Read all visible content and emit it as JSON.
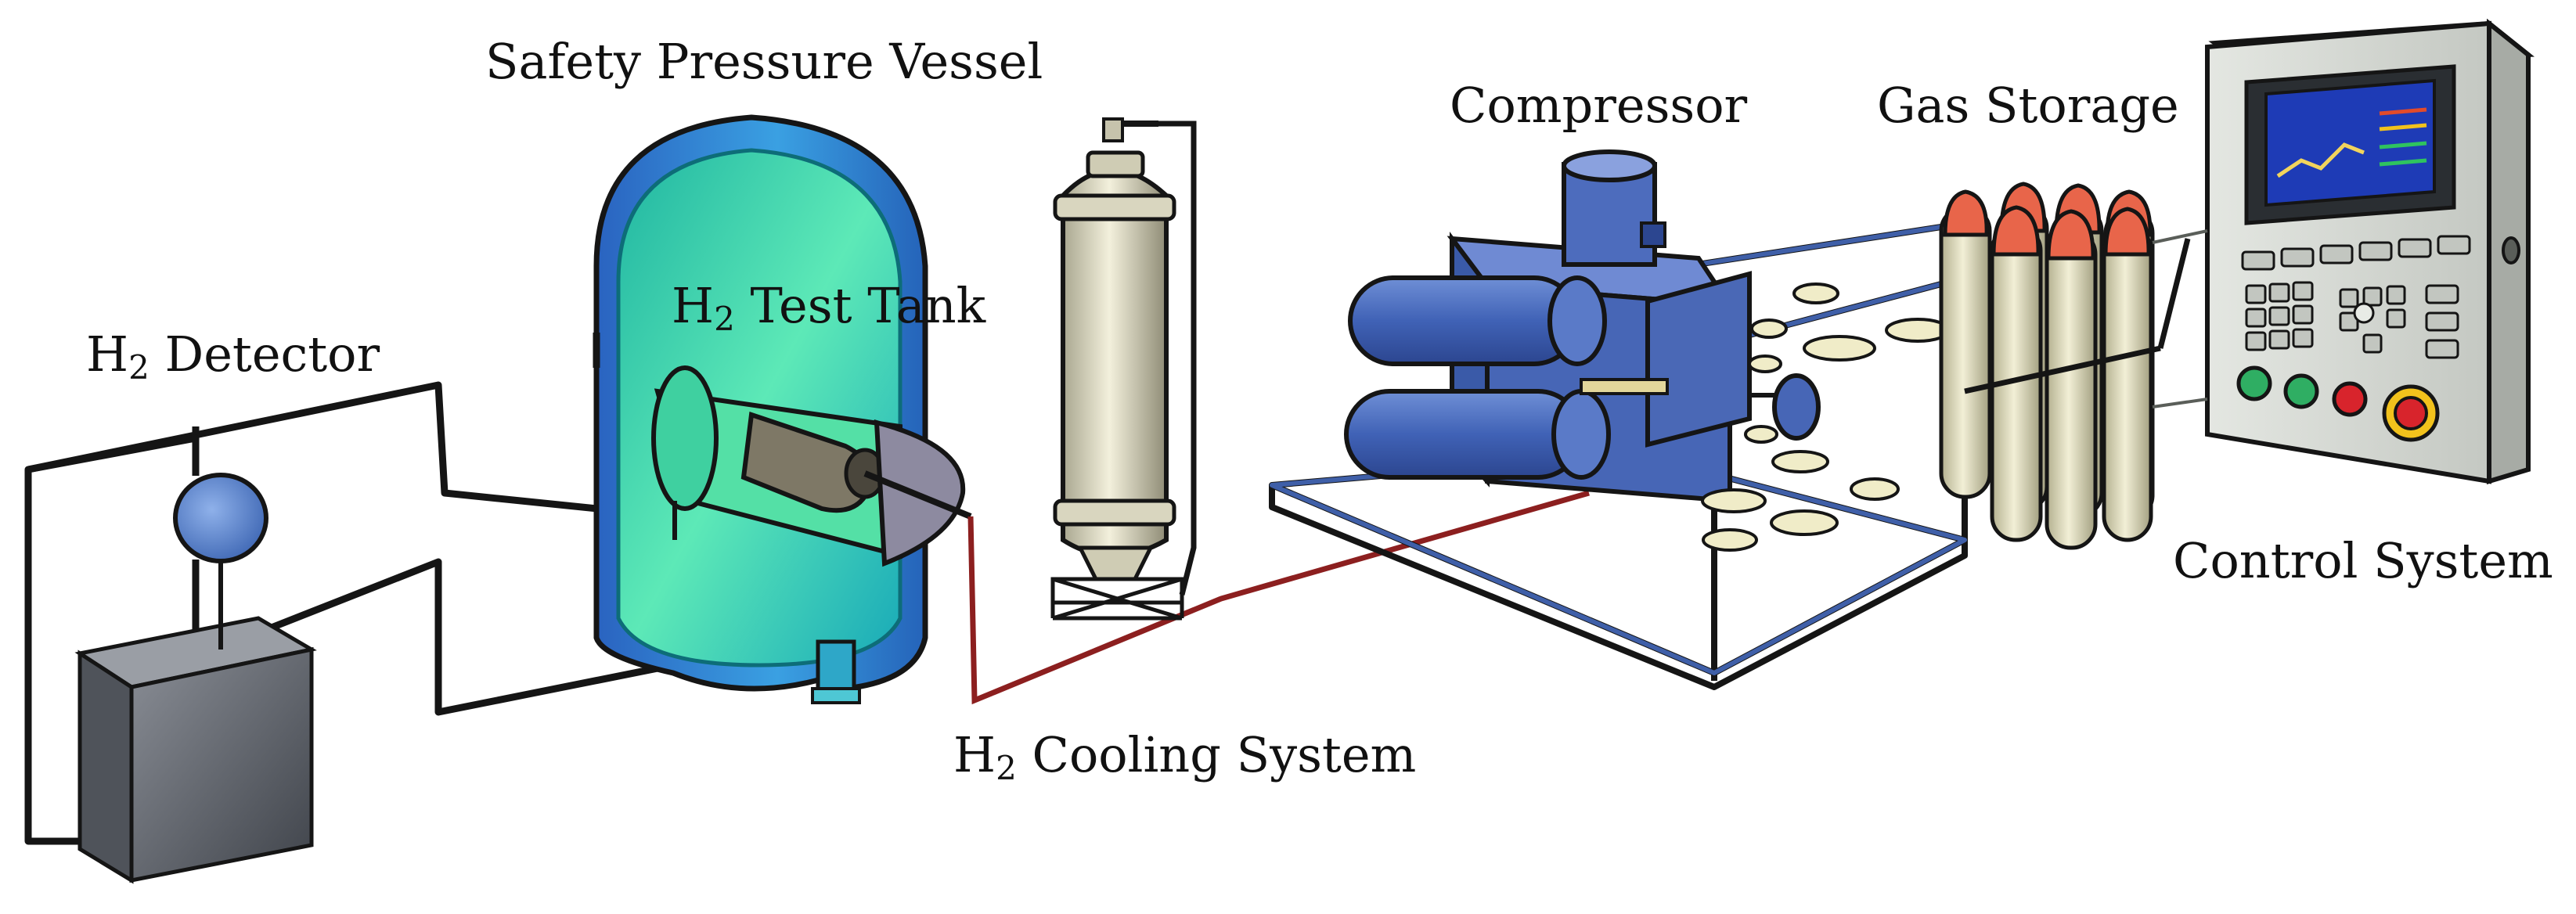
{
  "labels": {
    "safety_pressure_vessel": "Safety Pressure Vessel",
    "h2_detector_prefix": "H",
    "h2_detector_sub": "2",
    "h2_detector_suffix": " Detector",
    "h2_test_tank_prefix": "H",
    "h2_test_tank_sub": "2",
    "h2_test_tank_suffix": " Test Tank",
    "h2_cooling_prefix": "H",
    "h2_cooling_sub": "2",
    "h2_cooling_suffix": " Cooling System",
    "compressor": "Compressor",
    "gas_storage": "Gas Storage",
    "control_system": "Control System"
  },
  "colors": {
    "vessel_body": "#2f8fd8",
    "vessel_interior": "#34d3b0",
    "frame_blue": "#3f5fa8",
    "cylinder_cream": "#e9e4c7",
    "cylinder_cap": "#e8654a",
    "pipe_black": "#151515",
    "pipe_red": "#8c1f1f",
    "control_panel": "#d7dbd5",
    "screen": "#1e3bb6",
    "button_green": "#2fae63",
    "button_red": "#d8242c",
    "button_yellow": "#f2c21c"
  },
  "icons": {
    "vessel": "pressure-vessel-icon",
    "detector": "gas-detector-icon",
    "cooling": "cooling-column-icon",
    "compressor": "compressor-icon",
    "storage": "gas-cylinder-icon",
    "control": "control-panel-icon"
  }
}
